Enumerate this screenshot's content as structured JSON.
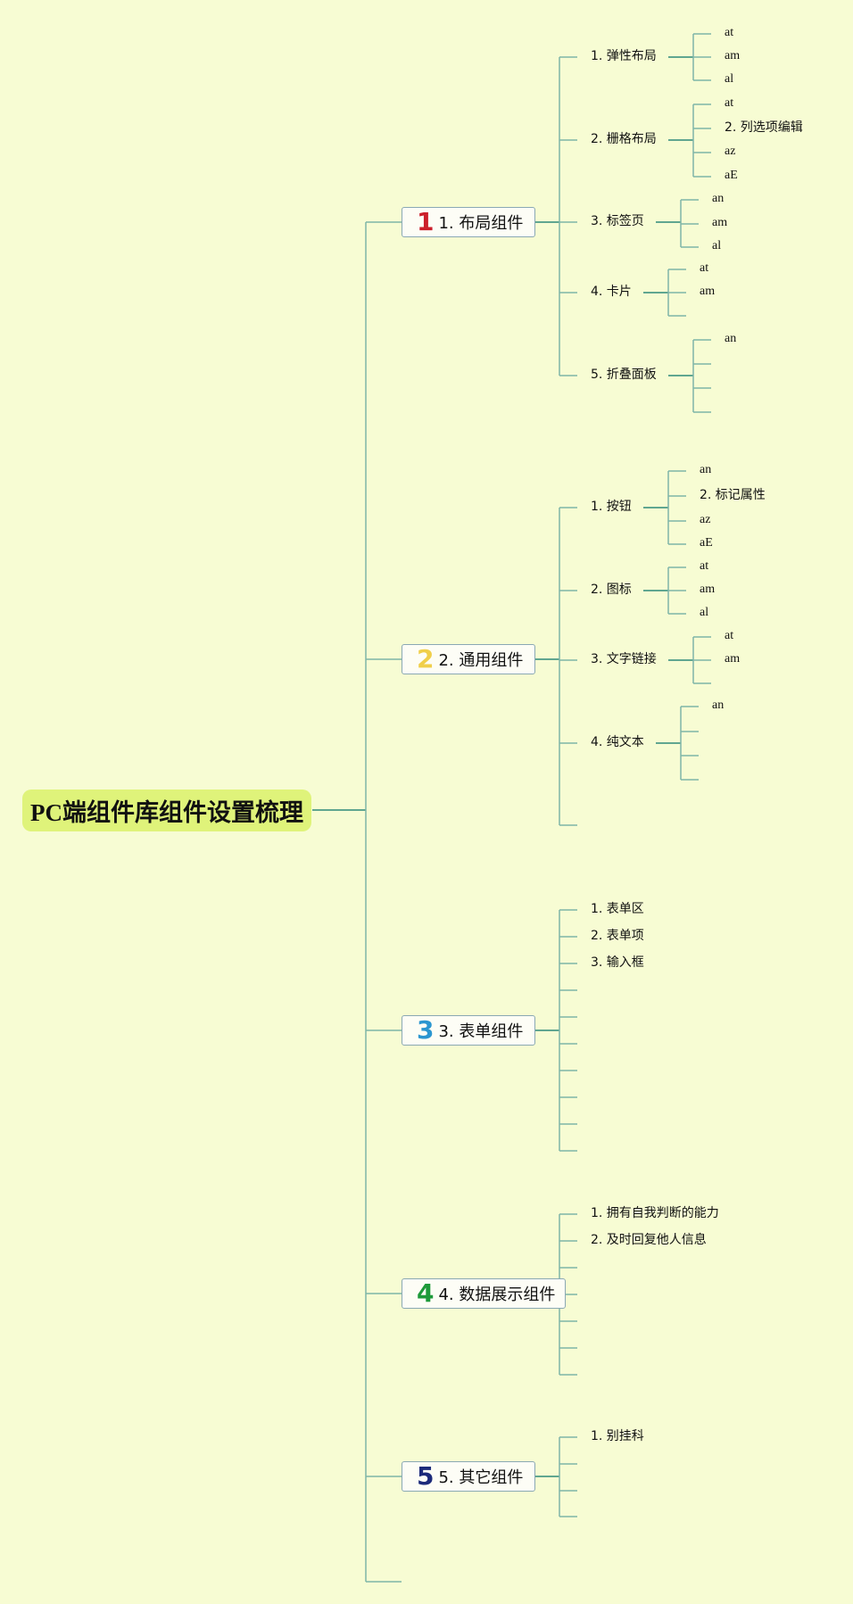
{
  "mindmap": {
    "root": "PC端组件库组件设置梳理",
    "colors": {
      "background": "#f7fcd3",
      "root_fill": "#dff37a",
      "line_main": "#2e8a7a",
      "line_light": "#7fb5a8",
      "branch_border": "#8aa8b4"
    },
    "branches": [
      {
        "marker": "1",
        "marker_color": "#cc1f2b",
        "label": "1. 布局组件",
        "children": [
          {
            "label": "1. 弹性布局",
            "leaves": [
              "at",
              "am",
              "al"
            ]
          },
          {
            "label": "2. 栅格布局",
            "leaves": [
              "at",
              "2. 列选项编辑",
              "az",
              "aE"
            ]
          },
          {
            "label": "3. 标签页",
            "leaves": [
              "an",
              "am",
              "al"
            ]
          },
          {
            "label": "4. 卡片",
            "leaves": [
              "at",
              "am",
              ""
            ]
          },
          {
            "label": "5. 折叠面板",
            "leaves": [
              "an",
              "",
              "",
              ""
            ]
          }
        ]
      },
      {
        "marker": "2",
        "marker_color": "#f0cf4a",
        "label": "2. 通用组件",
        "children": [
          {
            "label": "1. 按钮",
            "leaves": [
              "an",
              "2. 标记属性",
              "az",
              "aE"
            ]
          },
          {
            "label": "2. 图标",
            "leaves": [
              "at",
              "am",
              "al"
            ]
          },
          {
            "label": "3. 文字链接",
            "leaves": [
              "at",
              "am",
              ""
            ]
          },
          {
            "label": "4. 纯文本",
            "leaves": [
              "an",
              "",
              "",
              ""
            ]
          },
          {
            "label": "",
            "leaves": []
          }
        ]
      },
      {
        "marker": "3",
        "marker_color": "#2b96d0",
        "label": "3. 表单组件",
        "children": [
          {
            "label": "1. 表单区",
            "leaves": []
          },
          {
            "label": "2. 表单项",
            "leaves": []
          },
          {
            "label": "3. 输入框",
            "leaves": []
          },
          {
            "label": "",
            "leaves": []
          },
          {
            "label": "",
            "leaves": []
          },
          {
            "label": "",
            "leaves": []
          },
          {
            "label": "",
            "leaves": []
          },
          {
            "label": "",
            "leaves": []
          },
          {
            "label": "",
            "leaves": []
          },
          {
            "label": "",
            "leaves": []
          }
        ]
      },
      {
        "marker": "4",
        "marker_color": "#1e9a3a",
        "label": "4. 数据展示组件",
        "children": [
          {
            "label": "1. 拥有自我判断的能力",
            "leaves": []
          },
          {
            "label": "2. 及时回复他人信息",
            "leaves": []
          },
          {
            "label": "",
            "leaves": []
          },
          {
            "label": "",
            "leaves": []
          },
          {
            "label": "",
            "leaves": []
          },
          {
            "label": "",
            "leaves": []
          },
          {
            "label": "",
            "leaves": []
          }
        ]
      },
      {
        "marker": "5",
        "marker_color": "#1c2a7a",
        "label": "5. 其它组件",
        "children": [
          {
            "label": "1. 别挂科",
            "leaves": []
          },
          {
            "label": "",
            "leaves": []
          },
          {
            "label": "",
            "leaves": []
          },
          {
            "label": "",
            "leaves": []
          }
        ]
      }
    ]
  }
}
